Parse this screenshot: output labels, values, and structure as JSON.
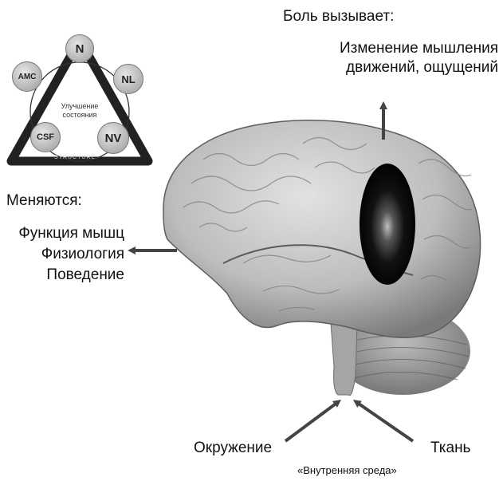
{
  "pain_header": "Боль вызывает:",
  "pain_effects": [
    "Изменение мышления",
    "движений, ощущений"
  ],
  "changes_header": "Меняются:",
  "changes_list": [
    "Функция мышц",
    "Физиология",
    "Поведение"
  ],
  "inputs": {
    "left": "Окружение",
    "right": "Ткань"
  },
  "footer": "«Внутренняя среда»",
  "triangle": {
    "nodes": {
      "top": "N",
      "left": "AMC",
      "right": "NL",
      "bottom_left": "CSF",
      "bottom_right": "NV"
    },
    "center_lines": [
      "Улучшение",
      "состояния"
    ],
    "bottom_side_label": "STRUCTURE"
  },
  "colors": {
    "ink": "#111111",
    "brain_light": "#d4d4d4",
    "brain_dark": "#7a7a7a",
    "pain_zone": "#0a0a0a"
  }
}
